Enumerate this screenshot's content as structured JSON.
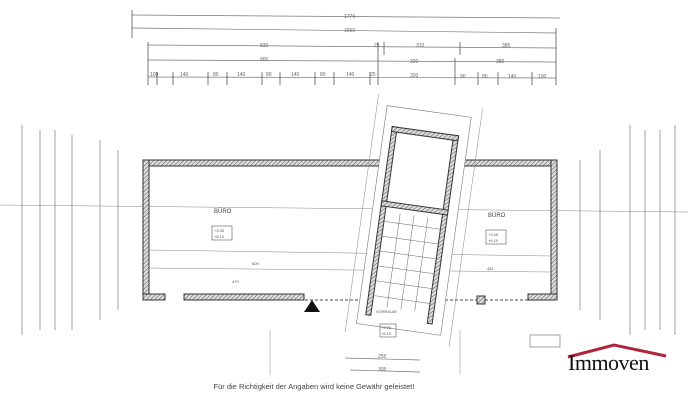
{
  "plan": {
    "dimensions_top": {
      "row1": [
        "1770"
      ],
      "row2": [
        "1660"
      ],
      "row3": [
        "930",
        "25",
        "310",
        "385"
      ],
      "row4": [
        "900",
        "320",
        "380"
      ],
      "row5": [
        "100",
        "140",
        "80",
        "140",
        "80",
        "140",
        "80",
        "140",
        "25",
        "320",
        "90",
        "80",
        "140",
        "100"
      ]
    },
    "dimensions_bottom": [
      "255",
      "305"
    ],
    "rooms": [
      {
        "name": "BÜRO",
        "values": [
          "+3.05",
          "+6.10"
        ]
      },
      {
        "name": "BÜRO",
        "values": [
          "+3.05",
          "+6.10"
        ]
      },
      {
        "name": "VORRAUM",
        "values": [
          "+3.05",
          "+6.10"
        ]
      }
    ],
    "inner_dims": [
      "809",
      "481",
      "470"
    ]
  },
  "footer": {
    "disclaimer": "Für die Richtigkeit der Angaben wird keine Gewähr geleistet!"
  },
  "logo": {
    "text": "Immoven",
    "roof_color": "#b0243c"
  }
}
